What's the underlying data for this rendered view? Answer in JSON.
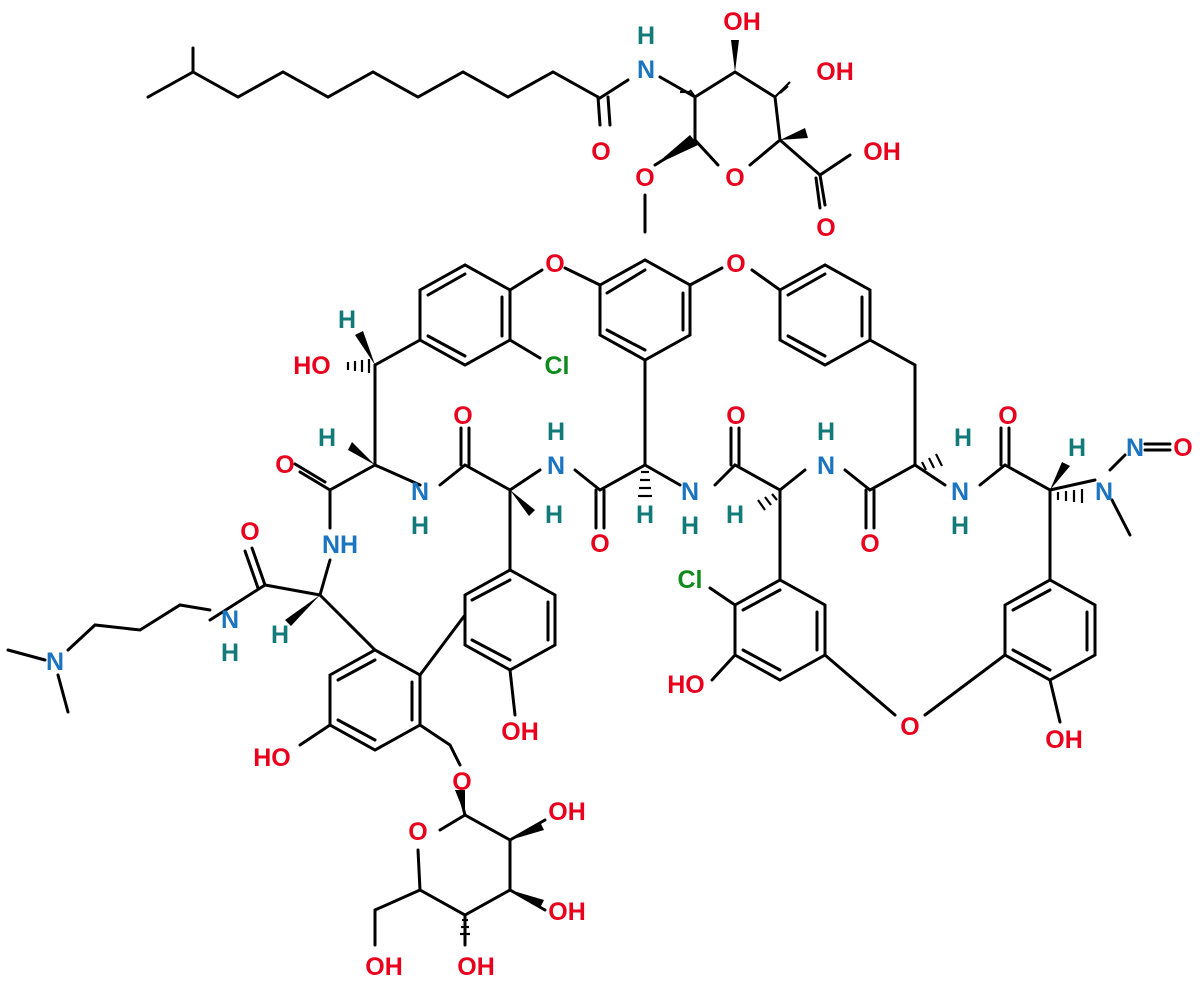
{
  "colors": {
    "bond": "#000000",
    "O": "#e8001c",
    "N": "#1a74c0",
    "H": "#137a7a",
    "Cl": "#0f8a1c",
    "background": "#ffffff"
  },
  "atom_labels": [
    {
      "id": "nh-top-h",
      "text": "H",
      "el": "H"
    },
    {
      "id": "nh-top-n",
      "text": "N",
      "el": "N"
    },
    {
      "id": "oh-top-1",
      "text": "OH",
      "el": "O"
    },
    {
      "id": "oh-top-2",
      "text": "OH",
      "el": "O"
    },
    {
      "id": "o-amide-top",
      "text": "O",
      "el": "O"
    },
    {
      "id": "oh-cooh",
      "text": "OH",
      "el": "O"
    },
    {
      "id": "o-glycosidic",
      "text": "O",
      "el": "O"
    },
    {
      "id": "o-ring-top",
      "text": "O",
      "el": "O"
    },
    {
      "id": "o-cooh",
      "text": "O",
      "el": "O"
    },
    {
      "id": "o-ether-left",
      "text": "O",
      "el": "O"
    },
    {
      "id": "o-ether-right",
      "text": "O",
      "el": "O"
    },
    {
      "id": "h-benzylic",
      "text": "H",
      "el": "H"
    },
    {
      "id": "ho-benzylic",
      "text": "HO",
      "el": "O"
    },
    {
      "id": "cl-top",
      "text": "Cl",
      "el": "Cl"
    },
    {
      "id": "o-c1",
      "text": "O",
      "el": "O"
    },
    {
      "id": "h-aa1",
      "text": "H",
      "el": "H"
    },
    {
      "id": "o-c2",
      "text": "O",
      "el": "O"
    },
    {
      "id": "n-aa2",
      "text": "N",
      "el": "N"
    },
    {
      "id": "h-aa2n",
      "text": "H",
      "el": "H"
    },
    {
      "id": "n-aa3-h",
      "text": "H",
      "el": "H"
    },
    {
      "id": "n-aa3",
      "text": "N",
      "el": "N"
    },
    {
      "id": "h-aa3",
      "text": "H",
      "el": "H"
    },
    {
      "id": "o-c3",
      "text": "O",
      "el": "O"
    },
    {
      "id": "h-aa4",
      "text": "H",
      "el": "H"
    },
    {
      "id": "n-aa4",
      "text": "N",
      "el": "N"
    },
    {
      "id": "h-aa4n",
      "text": "H",
      "el": "H"
    },
    {
      "id": "o-c4",
      "text": "O",
      "el": "O"
    },
    {
      "id": "n-aa5-h",
      "text": "H",
      "el": "H"
    },
    {
      "id": "n-aa5",
      "text": "N",
      "el": "N"
    },
    {
      "id": "h-aa5",
      "text": "H",
      "el": "H"
    },
    {
      "id": "o-c5",
      "text": "O",
      "el": "O"
    },
    {
      "id": "h-aa6",
      "text": "H",
      "el": "H"
    },
    {
      "id": "n-aa6",
      "text": "N",
      "el": "N"
    },
    {
      "id": "h-aa6n",
      "text": "H",
      "el": "H"
    },
    {
      "id": "o-c6",
      "text": "O",
      "el": "O"
    },
    {
      "id": "h-aa7",
      "text": "H",
      "el": "H"
    },
    {
      "id": "n-nitroso-1",
      "text": "N",
      "el": "N"
    },
    {
      "id": "o-nitroso",
      "text": "O",
      "el": "O"
    },
    {
      "id": "n-nitroso-2",
      "text": "N",
      "el": "N"
    },
    {
      "id": "o-amide-left",
      "text": "O",
      "el": "O"
    },
    {
      "id": "nh-left",
      "text": "NH",
      "el": "N"
    },
    {
      "id": "n-amide-left",
      "text": "N",
      "el": "N"
    },
    {
      "id": "h-amide-left",
      "text": "H",
      "el": "H"
    },
    {
      "id": "h-aa7b",
      "text": "H",
      "el": "H"
    },
    {
      "id": "n-dimethyl",
      "text": "N",
      "el": "N"
    },
    {
      "id": "cl-bottom",
      "text": "Cl",
      "el": "Cl"
    },
    {
      "id": "ho-bottom-right",
      "text": "HO",
      "el": "O"
    },
    {
      "id": "o-diaryl",
      "text": "O",
      "el": "O"
    },
    {
      "id": "oh-phenol-right",
      "text": "OH",
      "el": "O"
    },
    {
      "id": "oh-phenol-mid",
      "text": "OH",
      "el": "O"
    },
    {
      "id": "ho-phenol-left",
      "text": "HO",
      "el": "O"
    },
    {
      "id": "o-glycosidic-bottom",
      "text": "O",
      "el": "O"
    },
    {
      "id": "o-ring-bottom",
      "text": "O",
      "el": "O"
    },
    {
      "id": "oh-sugar-1",
      "text": "OH",
      "el": "O"
    },
    {
      "id": "oh-sugar-2",
      "text": "OH",
      "el": "O"
    },
    {
      "id": "oh-sugar-3",
      "text": "OH",
      "el": "O"
    },
    {
      "id": "oh-sugar-4",
      "text": "OH",
      "el": "O"
    }
  ]
}
